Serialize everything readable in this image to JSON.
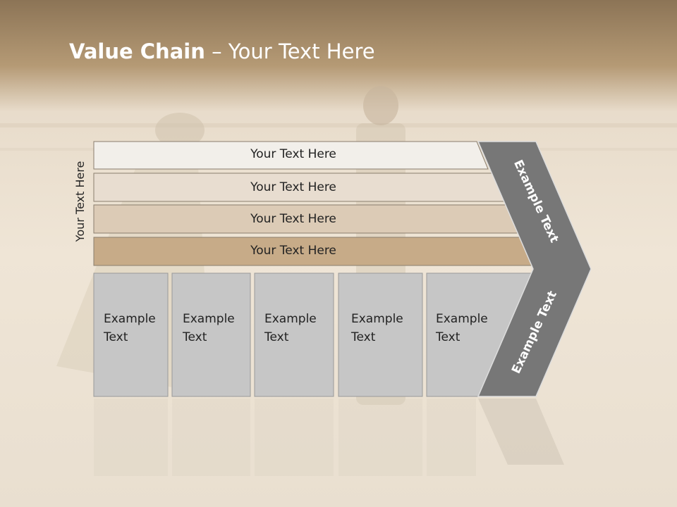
{
  "slide": {
    "title_bold": "Value Chain",
    "title_rest": " – Your Text Here",
    "vertical_label": "Your Text Here",
    "bars": [
      "Your Text Here",
      "Your Text Here",
      "Your Text Here",
      "Your Text Here"
    ],
    "columns": [
      {
        "line1": "Example",
        "line2": "Text"
      },
      {
        "line1": "Example",
        "line2": "Text"
      },
      {
        "line1": "Example",
        "line2": "Text"
      },
      {
        "line1": "Example",
        "line2": "Text"
      },
      {
        "line1": "Example",
        "line2": "Text"
      }
    ],
    "chevron_top": "Example Text",
    "chevron_bottom": "Example Text"
  },
  "colors": {
    "bar1": "#f2efea",
    "bar2": "#e8ddd0",
    "bar3": "#dccbb6",
    "bar4": "#c7ab88",
    "column": "#c6c6c6",
    "chevron": "#777777"
  }
}
